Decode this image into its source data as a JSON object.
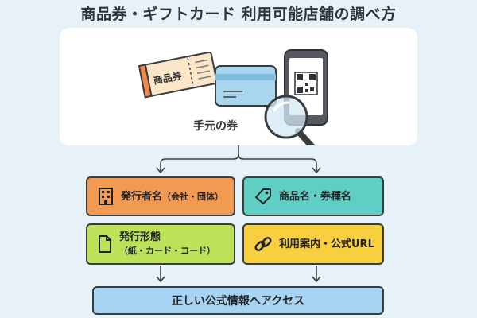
{
  "title": "商品券・ギフトカード 利用可能店舗の調べ方",
  "top_card": {
    "ticket_label": "商品券",
    "caption": "手元の券"
  },
  "boxes": [
    {
      "id": "issuer",
      "line1": "発行者名",
      "line1_small": "（会社・団体）",
      "icon": "building-icon",
      "color": "#f39a52"
    },
    {
      "id": "product",
      "line1": "商品名・券種名",
      "icon": "tag-icon",
      "color": "#5fcfc3"
    },
    {
      "id": "form",
      "line1": "発行形態",
      "line2": "（紙・カード・コード）",
      "icon": "document-icon",
      "color": "#bce25a"
    },
    {
      "id": "guide",
      "line1": "利用案内・公式URL",
      "icon": "link-icon",
      "color": "#f8cf3f"
    }
  ],
  "final": {
    "label": "正しい公式情報へアクセス",
    "color": "#a6d3f1"
  }
}
